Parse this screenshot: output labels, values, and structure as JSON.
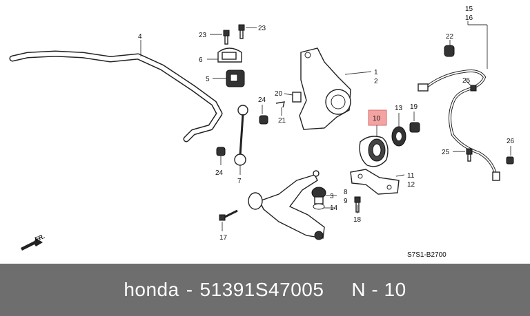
{
  "labels": {
    "l1": "1",
    "l2": "2",
    "l4": "4",
    "l5": "5",
    "l6": "6",
    "l7": "7",
    "l3": "3",
    "l8": "8",
    "l9": "9",
    "l10": "10",
    "l11": "11",
    "l12": "12",
    "l13": "13",
    "l14": "14",
    "l15": "15",
    "l16": "16",
    "l17": "17",
    "l18": "18",
    "l19": "19",
    "l20": "20",
    "l21": "21",
    "l22": "22",
    "l23a": "23",
    "l23b": "23",
    "l24a": "24",
    "l24b": "24",
    "l25a": "25",
    "l25b": "25",
    "l26": "26"
  },
  "direction_mark": "FR.",
  "diagram_code": "S7S1-B2700",
  "caption": {
    "brand": "honda",
    "dash1": "-",
    "part_number": "51391S47005",
    "ref": "N - 10"
  },
  "colors": {
    "highlight_fill": "#f4a3a3",
    "highlight_stroke": "#d86a6a",
    "caption_bg": "#6e6e6e"
  }
}
